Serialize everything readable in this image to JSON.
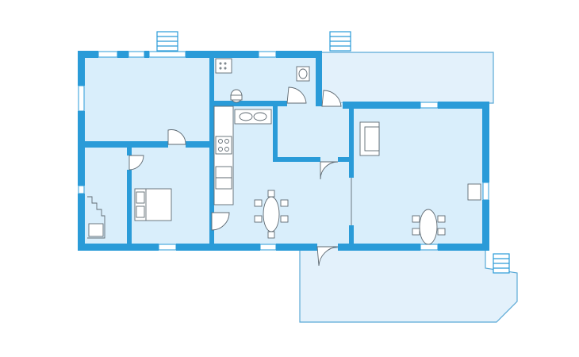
{
  "diagram": {
    "kind": "floor-plan",
    "labels": []
  },
  "colors": {
    "wall": "#2a9bd8",
    "room_fill": "#d9eefb",
    "terrace_fill": "#e3f1fb",
    "furniture_stroke": "#5f6a72",
    "background": "#ffffff"
  },
  "rooms": [
    {
      "id": "room-northwest"
    },
    {
      "id": "bathroom"
    },
    {
      "id": "north-terrace"
    },
    {
      "id": "kitchen-dining"
    },
    {
      "id": "hallway-closet"
    },
    {
      "id": "living-room"
    },
    {
      "id": "storage-stairs"
    },
    {
      "id": "bedroom"
    },
    {
      "id": "south-terrace"
    }
  ]
}
